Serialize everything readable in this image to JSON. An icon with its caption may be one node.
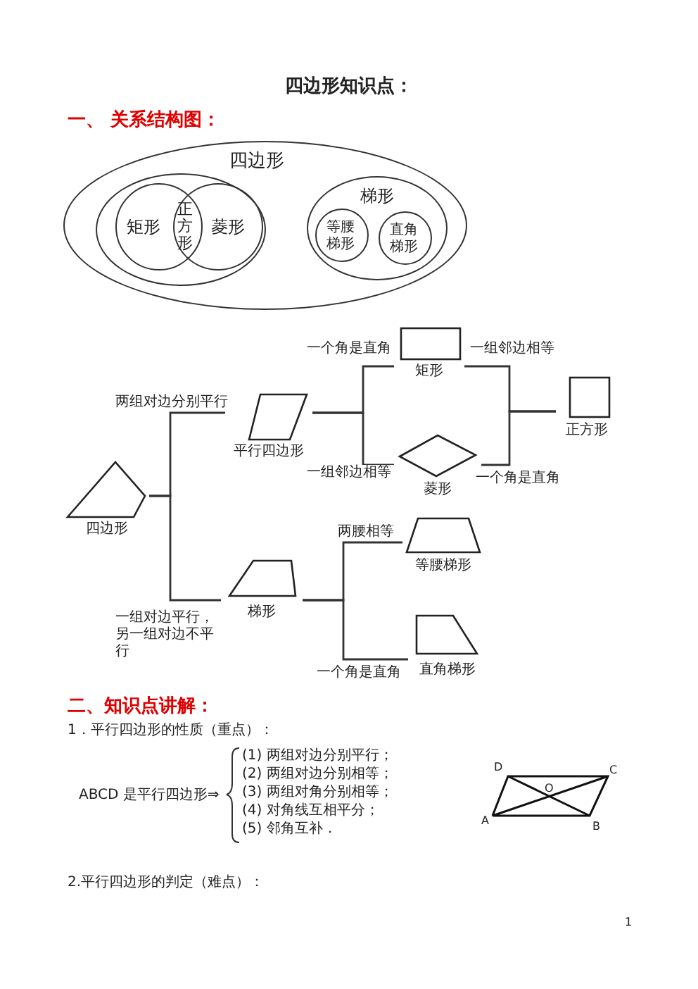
{
  "diagram": {
    "title": "四边形知识点：",
    "nodes": [
      {
        "text": [
          "四边形"
        ]
      },
      {
        "text": [],
        "shape": "ellipse",
        "in": 0
      },
      {
        "text": [
          "矩形"
        ],
        "in": 1
      },
      {
        "text": [
          "菱形"
        ],
        "in": 1
      },
      {
        "text": [
          "正方形"
        ]
      },
      {
        "text": [
          "梯形"
        ],
        "in": 0
      },
      {
        "text": [
          "等腰梯形"
        ],
        "in": 5
      },
      {
        "text": [
          "直角梯形"
        ],
        "in": 5
      },
      {
        "text": [
          "四边形"
        ]
      },
      {
        "text": [
          "平行四边形"
        ]
      },
      {
        "text": [
          "梯形"
        ]
      },
      {
        "text": [
          "矩形"
        ]
      },
      {
        "text": [
          "菱形"
        ]
      },
      {
        "text": [
          "正方形"
        ]
      },
      {
        "text": [
          "等腰梯形"
        ]
      },
      {
        "text": [
          "直角梯形"
        ]
      }
    ],
    "edges": [
      {
        "from": 8,
        "to": 9,
        "arrow": "none",
        "label": "两组对边分别平行"
      },
      {
        "from": 8,
        "to": 10,
        "arrow": "none",
        "label": "一组对边平行，另一组对边不平行"
      },
      {
        "from": 9,
        "to": 11,
        "arrow": "none",
        "label": "一个角是直角"
      },
      {
        "from": 9,
        "to": 12,
        "arrow": "none",
        "label": "一组邻边相等"
      },
      {
        "from": 11,
        "to": 13,
        "arrow": "none",
        "label": "一组邻边相等"
      },
      {
        "from": 12,
        "to": 13,
        "arrow": "none",
        "label": "一个角是直角"
      },
      {
        "from": 10,
        "to": 14,
        "arrow": "none",
        "label": "两腰相等"
      },
      {
        "from": 10,
        "to": 15,
        "arrow": "none",
        "label": "一个角是直角"
      }
    ],
    "labels": [
      "一、 关系结构图：",
      "二、知识点讲解：",
      "1．平行四边形的性质（重点）：",
      "ABCD 是平行四边形⇒",
      "(1) 两组对边分别平行；",
      "(2) 两组对边分别相等；",
      "(3) 两组对角分别相等；",
      "(4) 对角线互相平分；",
      "(5) 邻角互补．",
      "D",
      "C",
      "O",
      "A",
      "B",
      "2.平行四边形的判定（难点）：",
      "1"
    ]
  }
}
